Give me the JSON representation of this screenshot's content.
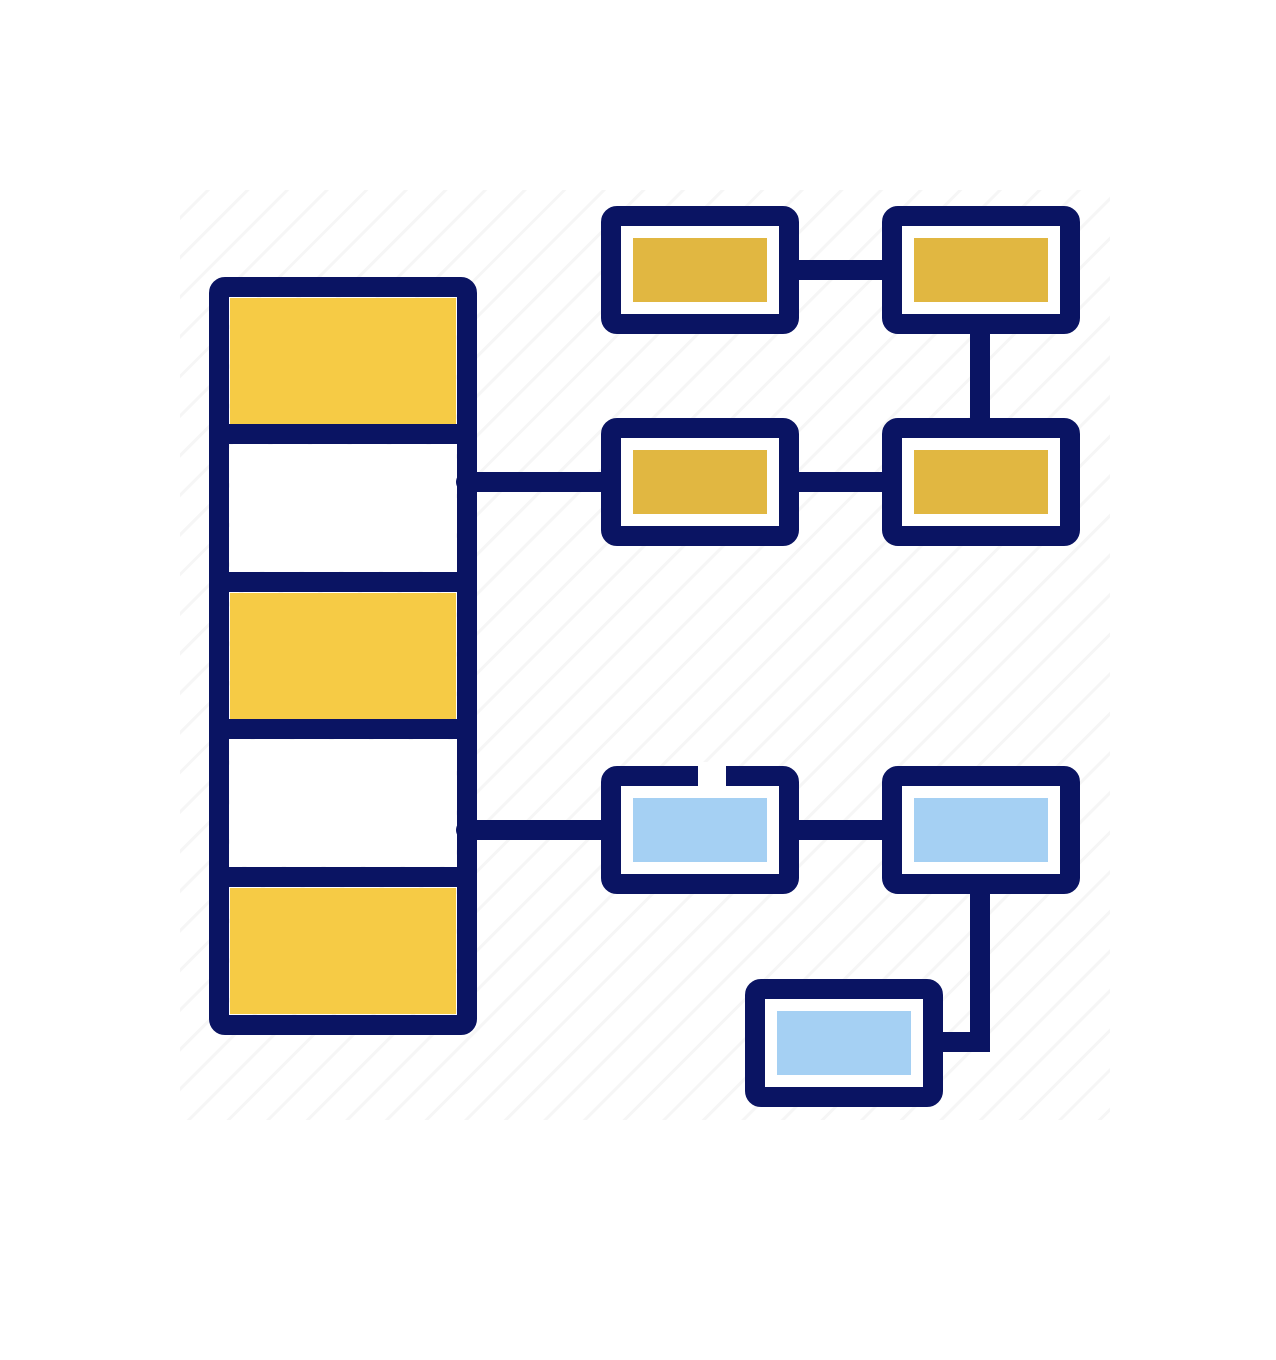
{
  "icon": {
    "name": "hierarchy-structure-icon",
    "colors": {
      "outline": "#0A1463",
      "column_fill": "#F6CB45",
      "upper_box_fill": "#E1B741",
      "lower_box_fill": "#A5D0F3",
      "empty_fill": "#FFFFFF",
      "background": "#FFFFFF",
      "hatch": "#F6F6F6"
    },
    "column": {
      "name": "stacked-column",
      "segments": [
        {
          "name": "column-segment-1",
          "filled": true
        },
        {
          "name": "column-segment-2",
          "filled": false
        },
        {
          "name": "column-segment-3",
          "filled": true
        },
        {
          "name": "column-segment-4",
          "filled": false
        },
        {
          "name": "column-segment-5",
          "filled": true
        }
      ]
    },
    "upper_group": {
      "name": "upper-branch",
      "boxes": [
        "upper-box-top-left",
        "upper-box-top-right",
        "upper-box-bottom-left",
        "upper-box-bottom-right"
      ]
    },
    "lower_group": {
      "name": "lower-branch",
      "boxes": [
        "lower-box-left",
        "lower-box-right",
        "lower-box-bottom"
      ]
    }
  }
}
